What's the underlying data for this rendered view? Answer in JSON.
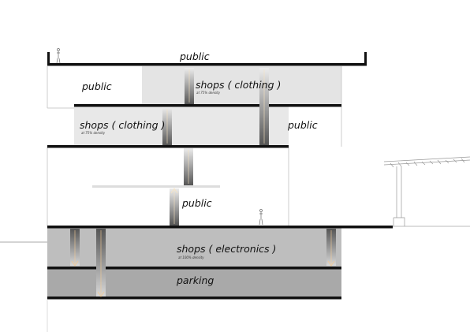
{
  "labels": {
    "roof": "public",
    "upper_left": "public",
    "upper_shops": "shops ( clothing )",
    "upper_shops_density": "at 75% density",
    "second_shops": "shops ( clothing )",
    "second_shops_density": "at 75% density",
    "second_right": "public",
    "ground": "public",
    "electronics": "shops ( electronics )",
    "electronics_density": "at 100% density",
    "parking": "parking"
  },
  "colors": {
    "slab": "#111111",
    "shops_fill": "#e4e4e4",
    "electronics_fill": "#bebebe",
    "parking_fill": "#a9a9a9",
    "circulation_accent": "#f3c992"
  },
  "icons": [
    "person-figure",
    "escalator-riser"
  ]
}
